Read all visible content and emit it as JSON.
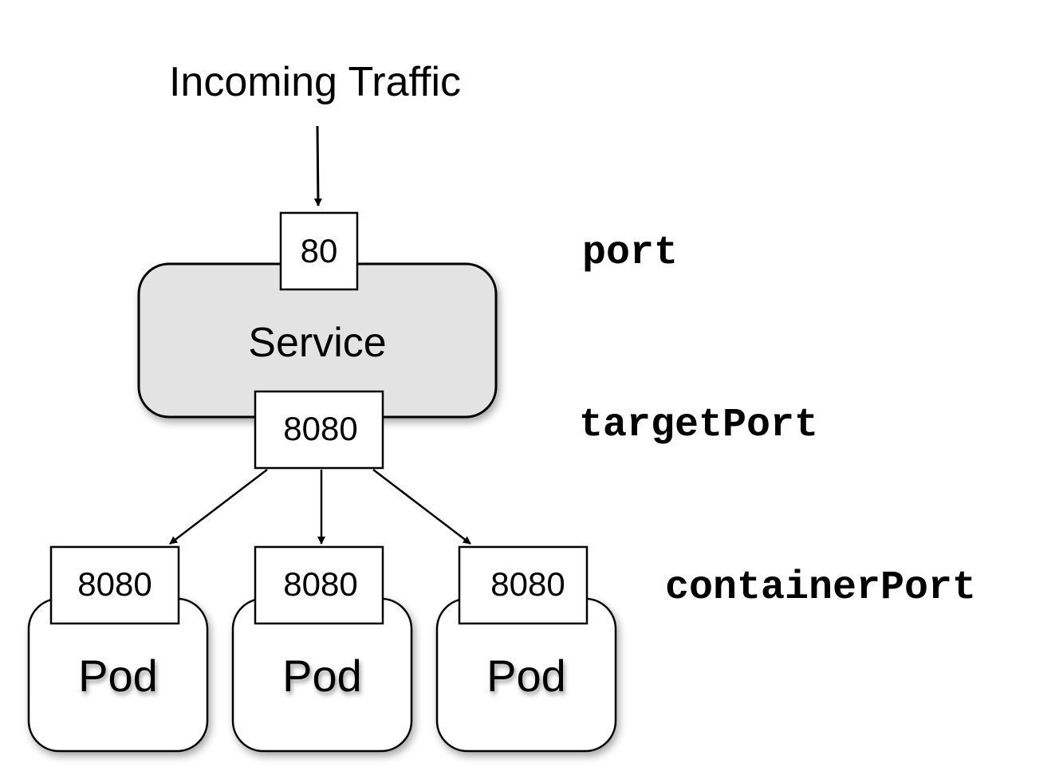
{
  "incoming_label": "Incoming Traffic",
  "service": {
    "label": "Service",
    "port": "80",
    "target_port": "8080",
    "fill_color": "#e3e3e3"
  },
  "pods": [
    {
      "label": "Pod",
      "container_port": "8080"
    },
    {
      "label": "Pod",
      "container_port": "8080"
    },
    {
      "label": "Pod",
      "container_port": "8080"
    }
  ],
  "legend": {
    "port": "port",
    "target_port": "targetPort",
    "container_port": "containerPort"
  }
}
